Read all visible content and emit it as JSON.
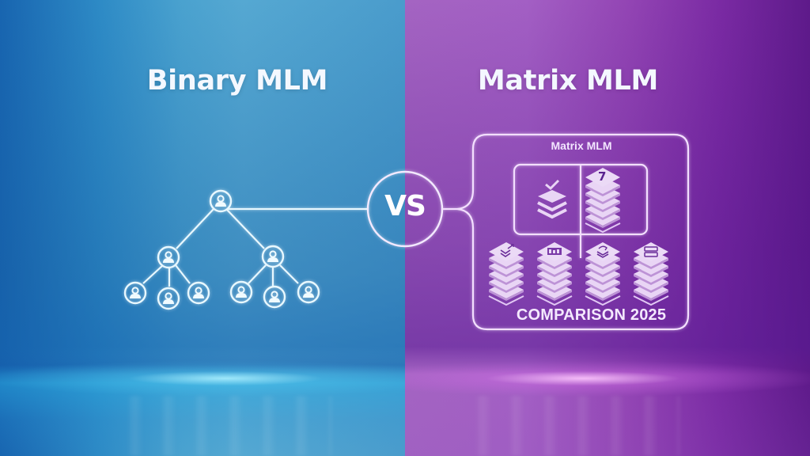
{
  "left_panel": {
    "title": "Binary MLM",
    "color_start": "#1865b0",
    "color_end": "#55a8d2",
    "tree": {
      "root": "user-node",
      "level1": [
        "user-node",
        "user-node"
      ],
      "level2": [
        "user-node",
        "user-node",
        "user-node",
        "user-node",
        "user-node",
        "user-node"
      ]
    }
  },
  "divider": {
    "label": "VS"
  },
  "right_panel": {
    "title": "Matrix MLM",
    "color_start": "#a464c2",
    "color_end": "#5e1a8a",
    "card": {
      "title": "Matrix MLM",
      "top_row": [
        {
          "icon": "layers-check-icon"
        },
        {
          "icon": "layers-number-icon",
          "number": "7"
        }
      ],
      "bottom_row": [
        {
          "icon": "layers-arrow-icon"
        },
        {
          "icon": "layers-chart-icon"
        },
        {
          "icon": "layers-refresh-icon"
        },
        {
          "icon": "layers-list-icon"
        }
      ],
      "footer": "COMPARISON 2025"
    }
  }
}
